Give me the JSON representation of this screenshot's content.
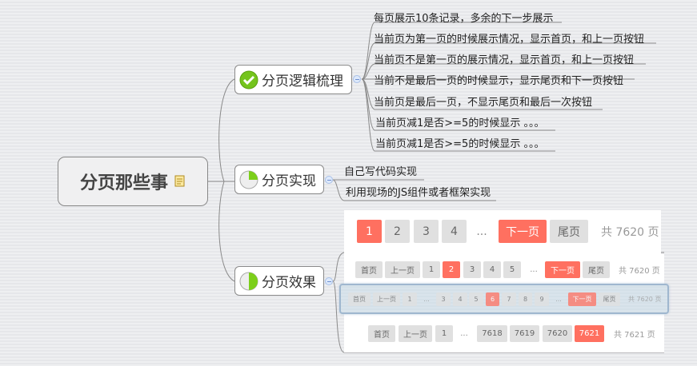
{
  "root": {
    "label": "分页那些事",
    "icon": "note-icon"
  },
  "branches": [
    {
      "label": "分页逻辑梳理",
      "icon": "check-complete-icon",
      "children": [
        "每页展示10条记录，多余的下一步展示",
        "当前页为第一页的时候展示情况，显示首页，和上一页按钮",
        "当前页不是第一页的展示情况，显示首页，和上一页按钮",
        "当前不是最后一页的时候显示，显示尾页和下一页按钮",
        "当前页是最后一页，不显示尾页和最后一次按钮",
        "当前页减1是否>=5的时候显示 。。。",
        "当前页减1是否>=5的时候显示 。。。"
      ]
    },
    {
      "label": "分页实现",
      "icon": "progress-quarter-icon",
      "progress": 0.25,
      "children": [
        "自己写代码实现",
        "利用现场的JS组件或者框架实现"
      ]
    },
    {
      "label": "分页效果",
      "icon": "progress-half-icon",
      "progress": 0.5
    }
  ],
  "pagers": [
    {
      "items": [
        {
          "t": "1",
          "s": "on"
        },
        {
          "t": "2"
        },
        {
          "t": "3"
        },
        {
          "t": "4"
        },
        {
          "t": "...",
          "s": "dots"
        },
        {
          "t": "下一页",
          "s": "on"
        },
        {
          "t": "尾页"
        },
        {
          "t": "共 7620 页",
          "s": "total"
        }
      ]
    },
    {
      "items": [
        {
          "t": "首页"
        },
        {
          "t": "上一页"
        },
        {
          "t": "1"
        },
        {
          "t": "2",
          "s": "on"
        },
        {
          "t": "3"
        },
        {
          "t": "4"
        },
        {
          "t": "5"
        },
        {
          "t": "...",
          "s": "dots"
        },
        {
          "t": "下一页",
          "s": "on"
        },
        {
          "t": "尾页"
        },
        {
          "t": "共 7620 页",
          "s": "total"
        }
      ]
    },
    {
      "items": [
        {
          "t": "首页"
        },
        {
          "t": "上一页"
        },
        {
          "t": "1"
        },
        {
          "t": "...",
          "s": "dots"
        },
        {
          "t": "3"
        },
        {
          "t": "4"
        },
        {
          "t": "5"
        },
        {
          "t": "6",
          "s": "on"
        },
        {
          "t": "7"
        },
        {
          "t": "8"
        },
        {
          "t": "9"
        },
        {
          "t": "...",
          "s": "dots"
        },
        {
          "t": "下一页",
          "s": "on"
        },
        {
          "t": "尾页"
        },
        {
          "t": "共 7620 页",
          "s": "total"
        }
      ]
    },
    {
      "items": [
        {
          "t": "首页"
        },
        {
          "t": "上一页"
        },
        {
          "t": "1"
        },
        {
          "t": "...",
          "s": "dots"
        },
        {
          "t": "7618"
        },
        {
          "t": "7619"
        },
        {
          "t": "7620"
        },
        {
          "t": "7621",
          "s": "on"
        },
        {
          "t": "共 7621 页",
          "s": "total"
        }
      ]
    }
  ],
  "colors": {
    "accent": "#ff7060",
    "button": "#e0e0e0",
    "progress": "#7ccf1a"
  }
}
